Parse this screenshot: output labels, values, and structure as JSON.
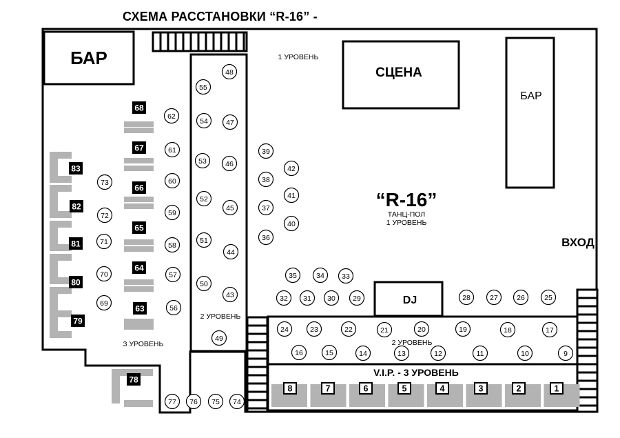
{
  "title": "СХЕМА РАССТАНОВКИ “R-16” -",
  "venue": {
    "name": "“R-16”",
    "subtitle_1": "ТАНЦ-ПОЛ",
    "subtitle_2": "1 УРОВЕНЬ"
  },
  "labels": {
    "bar_left": "БАР",
    "bar_right": "БАР",
    "stage": "СЦЕНА",
    "dj": "DJ",
    "entrance": "ВХОД",
    "level_1": "1 УРОВЕНЬ",
    "level_2_left": "2 УРОВЕНЬ",
    "level_2_right": "2 УРОВЕНЬ",
    "level_3": "3 УРОВЕНЬ",
    "vip": "V.I.P. - 3 УРОВЕНЬ"
  },
  "round_tables": [
    "9",
    "10",
    "11",
    "12",
    "13",
    "14",
    "15",
    "16",
    "17",
    "18",
    "19",
    "20",
    "21",
    "22",
    "23",
    "24",
    "25",
    "26",
    "27",
    "28",
    "29",
    "30",
    "31",
    "32",
    "33",
    "34",
    "35",
    "36",
    "37",
    "38",
    "39",
    "40",
    "41",
    "42",
    "43",
    "44",
    "45",
    "46",
    "47",
    "48",
    "49",
    "50",
    "51",
    "52",
    "53",
    "54",
    "55",
    "56",
    "57",
    "58",
    "59",
    "60",
    "61",
    "62",
    "69",
    "70",
    "71",
    "72",
    "73",
    "74",
    "75",
    "76",
    "77"
  ],
  "booth_tables": [
    "63",
    "64",
    "65",
    "66",
    "67",
    "68",
    "78",
    "79",
    "80",
    "81",
    "82",
    "83"
  ],
  "vip_tables": [
    "1",
    "2",
    "3",
    "4",
    "5",
    "6",
    "7",
    "8"
  ],
  "colors": {
    "ink": "#000000",
    "sofa": "#b3b3b3",
    "background": "#ffffff"
  }
}
